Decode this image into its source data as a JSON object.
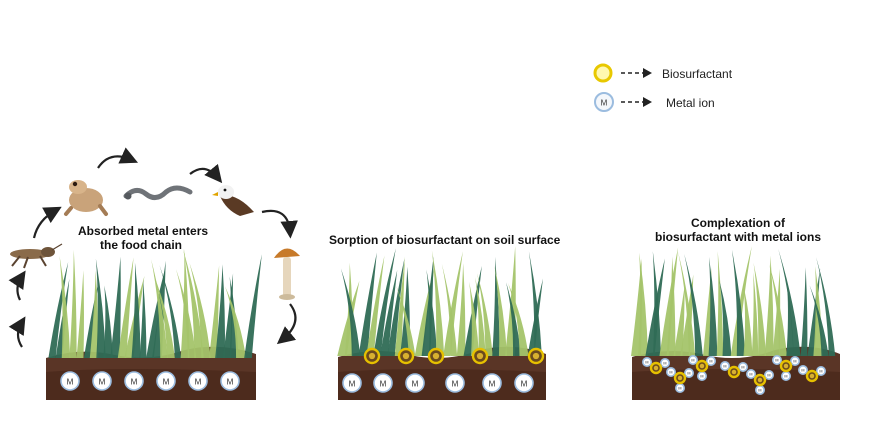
{
  "legend": {
    "items": [
      {
        "label": "Biosurfactant",
        "icon": "biosurfactant-icon",
        "color": "#f2d200"
      },
      {
        "label": "Metal ion",
        "icon": "metal-ion-icon",
        "color": "#a9c7ea"
      }
    ]
  },
  "panels": {
    "food_chain": {
      "line1": "Absorbed metal enters",
      "line2": "the  food chain",
      "organisms": [
        "grasshopper-icon",
        "frog-icon",
        "snake-icon",
        "eagle-icon",
        "mushroom-icon"
      ]
    },
    "sorption": {
      "title": "Sorption of biosurfactant on soil surface"
    },
    "complexation": {
      "line1": "Complexation of",
      "line2": "biosurfactant with metal ions"
    }
  },
  "metal_symbol": "M",
  "colors": {
    "soil_dark": "#4a2a1c",
    "soil_mid": "#6b4330",
    "grass_light": "#a4c46a",
    "grass_dark": "#2f6b55",
    "biosurfactant": "#e6c000",
    "metal_fill": "#ffffff",
    "metal_ring": "#9bbcdf"
  }
}
